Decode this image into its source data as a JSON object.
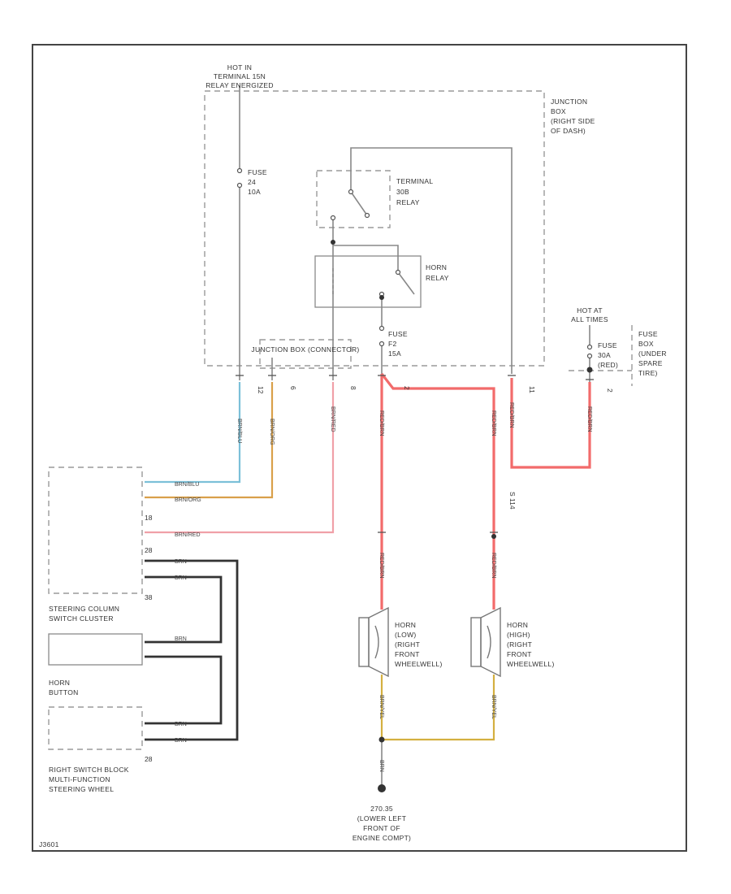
{
  "labels": {
    "hot_in_run": [
      "HOT IN",
      "TERMINAL 15N",
      "RELAY ENERGIZED"
    ],
    "junction_box": [
      "JUNCTION",
      "BOX",
      "(RIGHT SIDE",
      "OF DASH)"
    ],
    "fuse_f24": [
      "FUSE",
      "24",
      "10A"
    ],
    "terminal_relay": [
      "TERMINAL",
      "30B",
      "RELAY"
    ],
    "horn_relay": [
      "HORN",
      "RELAY"
    ],
    "fuse_f2": [
      "FUSE",
      "F2",
      "15A"
    ],
    "junction_connector": "JUNCTION BOX (CONNECTOR)",
    "hot_at_all_times": [
      "HOT AT",
      "ALL TIMES"
    ],
    "fuse_30a": [
      "FUSE",
      "30A",
      "(RED)"
    ],
    "fuse_box": [
      "FUSE",
      "BOX",
      "(UNDER",
      "SPARE",
      "TIRE)"
    ],
    "steering_column": [
      "STEERING COLUMN",
      "SWITCH CLUSTER"
    ],
    "horn_button": [
      "HORN",
      "BUTTON"
    ],
    "right_switch_block": [
      "RIGHT SWITCH BLOCK",
      "MULTI-FUNCTION",
      "STEERING WHEEL"
    ],
    "horn_low": [
      "HORN",
      "(LOW)",
      "(RIGHT",
      "FRONT",
      "WHEELWELL)"
    ],
    "horn_high": [
      "HORN",
      "(HIGH)",
      "(RIGHT",
      "FRONT",
      "WHEELWELL)"
    ],
    "ground": [
      "270.35",
      "(LOWER LEFT",
      "FRONT OF",
      "ENGINE COMPT)"
    ],
    "corner_code": "J3601"
  },
  "pins": {
    "p12": "12",
    "p6": "6",
    "p8": "8",
    "p11": "11",
    "p2": "2",
    "p18": "18",
    "p28": "28",
    "p38": "38",
    "splice": "S 114"
  },
  "wires": {
    "blu": "BRN/BLU",
    "org": "BRN/ORG",
    "red": "BRN/RED",
    "brn": "BRN",
    "red_v": "RED/BRN",
    "yel": "BRN/YEL"
  },
  "colors": {
    "red": "#f26b6b",
    "pink": "#f0a0a8",
    "orange": "#d9a04a",
    "blue": "#7cc0d8",
    "yellow": "#d4b040",
    "dark": "#333333",
    "gray": "#888888"
  }
}
